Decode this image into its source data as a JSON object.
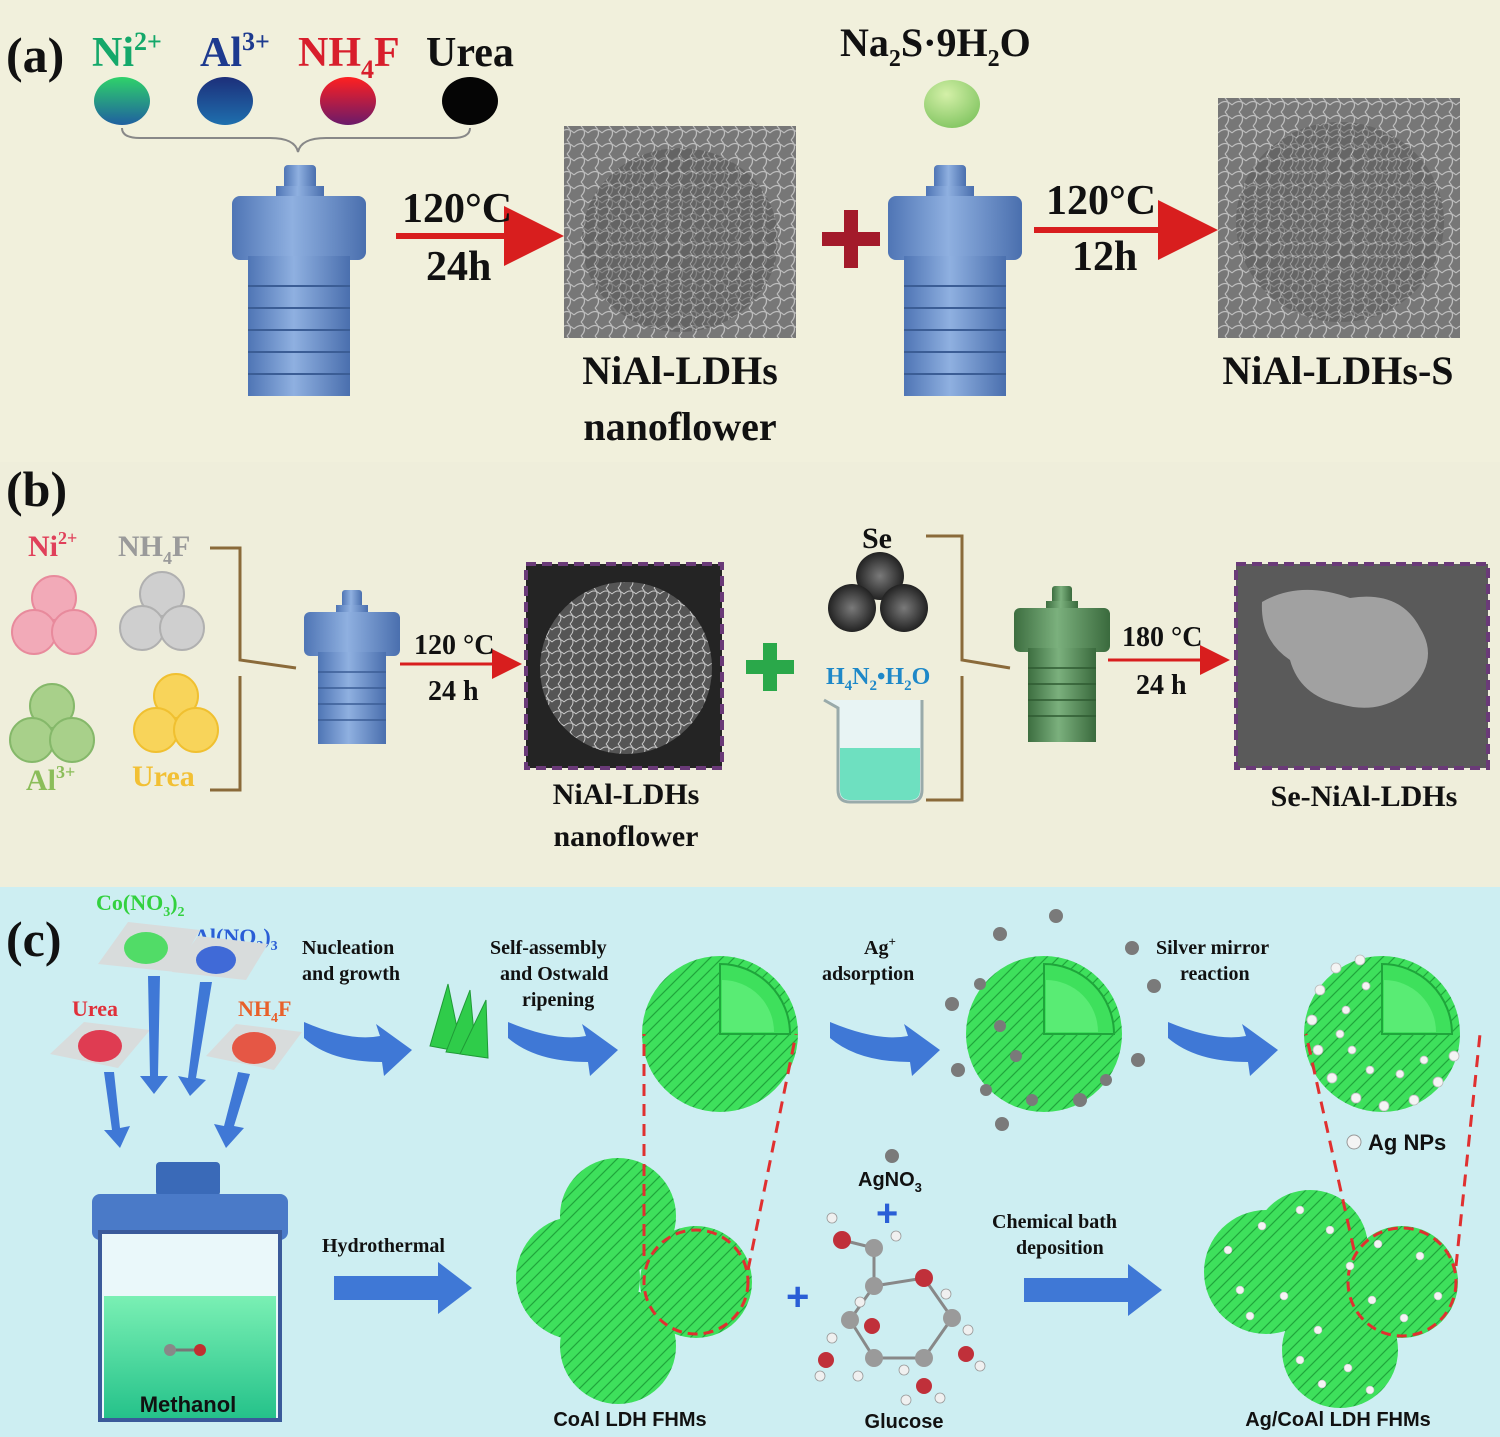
{
  "panel_a": {
    "label": "(a)",
    "reagents": [
      {
        "base": "Ni",
        "sup": "2+",
        "color": "#14a86a"
      },
      {
        "base": "Al",
        "sup": "3+",
        "color": "#1d3a8f"
      },
      {
        "base": "NH",
        "sub": "4",
        "tail": "F",
        "color": "#d81e2c"
      },
      {
        "base": "Urea",
        "color": "#111111"
      }
    ],
    "additive": {
      "p1": "Na",
      "s1": "2",
      "p2": "S·9H",
      "s2": "2",
      "p3": "O"
    },
    "step1": {
      "temp": "120°C",
      "time": "24h"
    },
    "step2": {
      "temp": "120°C",
      "time": "12h"
    },
    "product1": {
      "line1": "NiAl-LDHs",
      "line2": "nanoflower"
    },
    "product2": "NiAl-LDHs-S"
  },
  "panel_b": {
    "label": "(b)",
    "reagents": {
      "ni": {
        "base": "Ni",
        "sup": "2+"
      },
      "nh4f": {
        "base": "NH",
        "sub": "4",
        "tail": "F"
      },
      "al": {
        "base": "Al",
        "sup": "3+"
      },
      "urea": "Urea"
    },
    "step1": {
      "temp": "120 °C",
      "time": "24 h"
    },
    "product1": {
      "line1": "NiAl-LDHs",
      "line2": "nanoflower"
    },
    "se": "Se",
    "hydrazine": {
      "p1": "H",
      "s1": "4",
      "p2": "N",
      "s2": "2",
      "p3": "•H",
      "s3": "2",
      "p4": "O"
    },
    "step2": {
      "temp": "180 °C",
      "time": "24 h"
    },
    "product2": "Se-NiAl-LDHs"
  },
  "panel_c": {
    "label": "(c)",
    "reagents": {
      "co": {
        "p1": "Co(NO",
        "s1": "3",
        "p2": ")",
        "s2": "2"
      },
      "al": {
        "p1": "Al(NO",
        "s1": "3",
        "p2": ")",
        "s2": "3"
      },
      "urea": "Urea",
      "nh4f": {
        "p1": "NH",
        "s1": "4",
        "p2": "F"
      }
    },
    "steps": {
      "nucleation": {
        "line1": "Nucleation",
        "line2": "and growth"
      },
      "self_assembly": {
        "line1": "Self-assembly",
        "line2": "and Ostwald",
        "line3": "ripening"
      },
      "ag_adsorption": {
        "line1": "Ag",
        "sup": "+",
        "line2": "adsorption"
      },
      "silver_mirror": {
        "line1": "Silver mirror",
        "line2": "reaction"
      },
      "hydrothermal": "Hydrothermal",
      "chemical_bath": {
        "line1": "Chemical bath",
        "line2": "deposition"
      }
    },
    "methanol": "Methanol",
    "product_coal": "CoAl LDH FHMs",
    "agno3": {
      "p1": "AgNO",
      "s1": "3"
    },
    "glucose": "Glucose",
    "ag_nps": "Ag NPs",
    "product_final": "Ag/CoAl LDH FHMs"
  },
  "colors": {
    "panel_a_bg": "#f1f0dc",
    "panel_b_bg": "#efeedb",
    "panel_c_bg": "#cdeef2",
    "autoclave_blue": "#6b8fc8",
    "autoclave_green": "#4f8a52",
    "arrow_red": "#d81e1e",
    "process_arrow_blue": "#3f78d6",
    "sphere_green": "#3ddc5a",
    "bracket_brown": "#8a6a3a",
    "dashed_purple": "#6a3a78",
    "dashed_red": "#e03030"
  }
}
